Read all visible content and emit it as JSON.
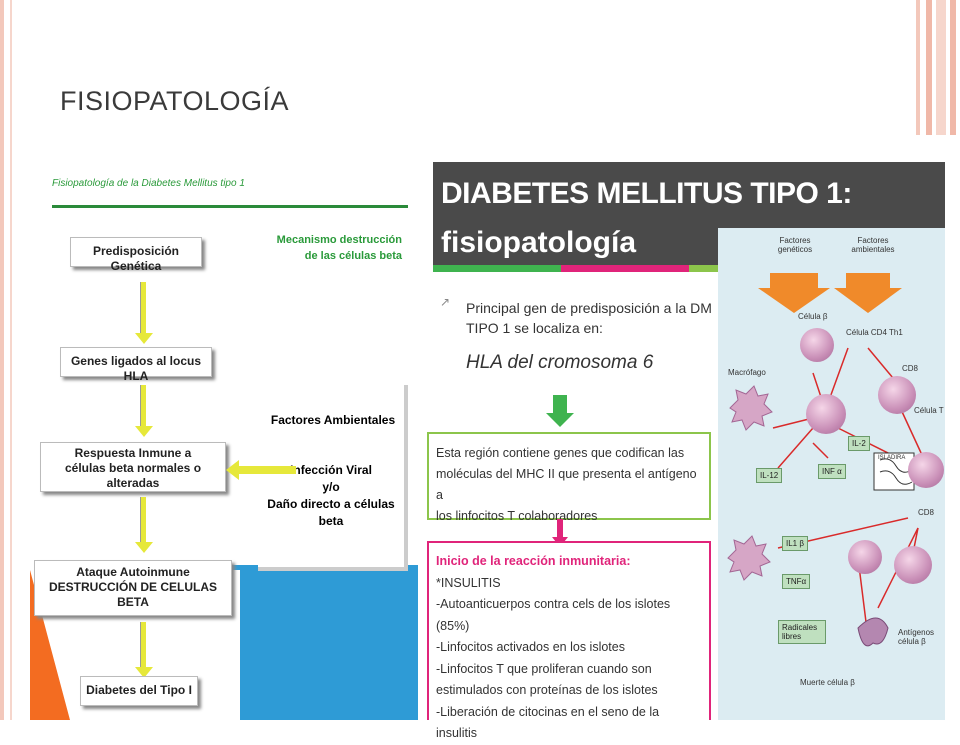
{
  "slide": {
    "title": "FISIOPATOLOGÍA"
  },
  "left_panel": {
    "header": "Fisiopatología de la Diabetes Mellitus tipo 1",
    "mechanism_title": [
      "Mecanismo destrucción",
      "de las células beta"
    ],
    "steps": [
      {
        "text": [
          "Predisposición Genética"
        ]
      },
      {
        "text": [
          "Genes ligados al locus HLA"
        ]
      },
      {
        "text": [
          "Respuesta Inmune a",
          "células beta normales o alteradas"
        ]
      },
      {
        "text": [
          "Ataque Autoinmune",
          "DESTRUCCIÓN DE CELULAS BETA"
        ]
      },
      {
        "text": [
          "Diabetes del Tipo I"
        ]
      }
    ],
    "factors": {
      "title": "Factores Ambientales",
      "items": [
        "Infección Viral",
        "y/o",
        "Daño directo a células beta"
      ]
    },
    "colors": {
      "header": "#2a9a3a",
      "arrow": "#e6e83a",
      "blue": "#2e9bd6",
      "orange": "#f36c21"
    }
  },
  "middle_panel": {
    "title_line1": "DIABETES MELLITUS TIPO 1:",
    "title_line2": "fisiopatología",
    "bullet_icon": "arrow-up-right-icon",
    "bullet_text": [
      "Principal gen de predisposición a la DM",
      "TIPO 1 se localiza en:"
    ],
    "hla_text": "HLA del cromosoma 6",
    "green_box": [
      "Esta región  contiene genes que codifican las",
      "moléculas del  MHC II que presenta el antígeno a",
      "los linfocitos T colaboradores"
    ],
    "pink_box": {
      "heading": "Inicio de la reacción inmunitaria:",
      "items": [
        "*INSULITIS",
        "-Autoanticuerpos contra cels de los islotes (85%)",
        "-Linfocitos activados en los islotes",
        "-Linfocitos T que proliferan cuando son",
        "estimulados con proteínas de los islotes",
        "-Liberación de citocinas en el seno de la insulitis"
      ]
    },
    "stripe_colors": [
      "#3fb34f",
      "#3fb34f",
      "#e0247a",
      "#e0247a",
      "#8cc54b",
      "#3fb34f",
      "#e0247a",
      "#3fb34f"
    ],
    "colors": {
      "header_bg": "#4a4a4a",
      "green": "#3fb34f",
      "pink": "#e0247a"
    }
  },
  "right_panel": {
    "top_labels": [
      "Factores genéticos",
      "Factores ambientales"
    ],
    "cell_labels": [
      "Célula β",
      "Célula CD4 Th1",
      "Macrófago",
      "CD8",
      "Célula T",
      "CD8",
      "Antígenos célula β",
      "Muerte célula β"
    ],
    "cytokines": [
      "IL-2",
      "IL-12",
      "INF α",
      "IL1 β",
      "TNFα",
      "Radicales libres"
    ],
    "islet_label": "ISLADIRA"
  }
}
